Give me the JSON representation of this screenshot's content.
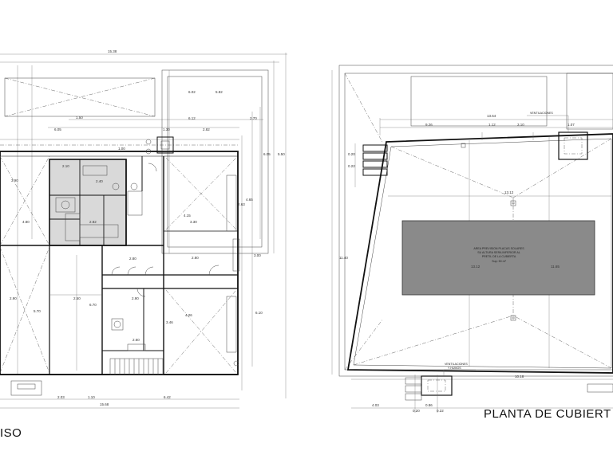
{
  "left_plan": {
    "title": "ISO",
    "dims": {
      "top_total": "15.38",
      "bottom_total": "15.68",
      "d_602": "6.02",
      "d_582": "5.82",
      "d_612": "6.12",
      "d_282": "2.82",
      "d_270": "2.70",
      "d_150": "1.50",
      "d_130": "1.30",
      "d_550": "5.50",
      "d_605": "6.05",
      "d_100": "1.00",
      "d_280a": "2.80",
      "d_240": "2.40",
      "d_390": "3.90",
      "d_480": "4.80",
      "d_330": "3.30",
      "d_465": "4.65",
      "d_415": "4.15",
      "d_263": "2.63",
      "d_282b": "2.82",
      "d_280b": "2.80",
      "d_250": "2.50",
      "d_670": "6.70",
      "d_290": "2.90",
      "d_346": "3.46",
      "d_426": "4.26",
      "d_260": "2.60",
      "d_570": "5.70",
      "d_610": "6.10",
      "d_203": "2.03",
      "d_110": "1.10",
      "d_642": "6.42",
      "d_210": "2.10",
      "d_300": "3.00",
      "d_290b": "2.90"
    }
  },
  "right_plan": {
    "title": "PLANTA DE CUBIERT",
    "dims": {
      "d_1364": "13.64",
      "d_926": "9.26",
      "d_112": "1.12",
      "d_310": "3.10",
      "d_107": "1.07",
      "d_1312": "13.12",
      "d_1018": "10.18",
      "d_1165": "11.65",
      "d_1140": "11.40",
      "d_403": "4.03",
      "d_020": "0.20",
      "d_086": "0.86",
      "d_022": "0.22"
    },
    "vent_top": "VENTILACIONES",
    "vent_bottom_1": "VENTILACIONES",
    "vent_bottom_2": "Y HUMOS",
    "solar_note": [
      "AREA PREVISION PLACAS SOLARES",
      "SU ALTURA SERA INFERIOR AL",
      "PRETIL DE LA CUBIERTA",
      "Sup: 50 m²"
    ],
    "solar_fill": "#8a8a8a"
  },
  "colors": {
    "wet_area": "#d9d9d9"
  }
}
